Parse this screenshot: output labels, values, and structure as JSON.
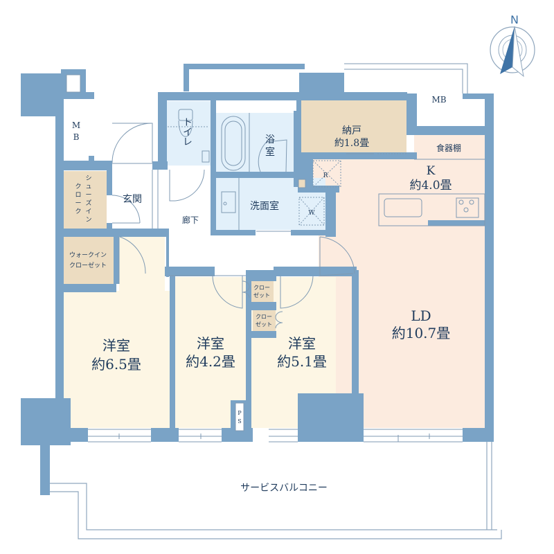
{
  "colors": {
    "wall": "#7aa3c6",
    "line": "#7f9ab3",
    "text": "#1f3b5c",
    "bedroom_fill": "#fdf6e4",
    "ldk_fill": "#fcebdf",
    "storage_fill": "#ecdcc1",
    "wet_fill": "#e2f0fa",
    "background": "#ffffff"
  },
  "compass": {
    "label": "N"
  },
  "rooms": {
    "mb_left": {
      "line1": "M",
      "line2": "B"
    },
    "mb_right": {
      "label": "MB"
    },
    "toilet": {
      "label": "トイレ"
    },
    "bath": {
      "line1": "浴",
      "line2": "室"
    },
    "washroom": {
      "label": "洗面室",
      "w_label": "W"
    },
    "storage": {
      "line1": "納戸",
      "line2": "約1.8畳"
    },
    "cupboard": {
      "label": "食器棚"
    },
    "kitchen": {
      "line1": "K",
      "line2": "約4.0畳",
      "r_label": "R"
    },
    "entrance": {
      "label": "玄関"
    },
    "shoes_closet": {
      "chars": [
        "シ",
        "ュ",
        "ー",
        "ズ",
        "イ",
        "ン"
      ],
      "chars2": [
        "ク",
        "ロ",
        "ー",
        "ク"
      ]
    },
    "hallway": {
      "label": "廊下"
    },
    "walkin_closet": {
      "line1": "ウォークイン",
      "line2": "クローゼット"
    },
    "closet_a": {
      "line1": "クロー",
      "line2": "ゼット"
    },
    "closet_b": {
      "line1": "クロー",
      "line2": "ゼット"
    },
    "bedroom1": {
      "line1": "洋室",
      "line2": "約6.5畳"
    },
    "bedroom2": {
      "line1": "洋室",
      "line2": "約4.2畳"
    },
    "bedroom3": {
      "line1": "洋室",
      "line2": "約5.1畳"
    },
    "ld": {
      "line1": "LD",
      "line2": "約10.7畳"
    },
    "ps": {
      "line1": "P",
      "line2": "S"
    },
    "balcony": {
      "label": "サービスバルコニー"
    }
  }
}
